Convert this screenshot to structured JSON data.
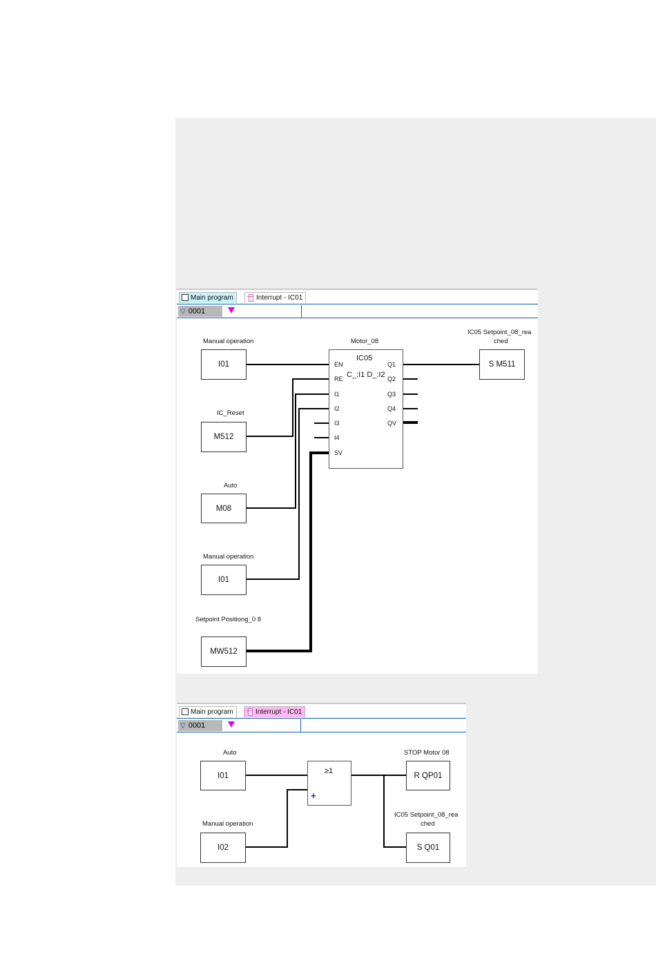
{
  "tabs": {
    "main_program": "Main program",
    "interrupt": "Interrupt - IC01"
  },
  "rung_number": "0001",
  "panel1": {
    "contacts": [
      {
        "label": "Manual operation",
        "operand": "I01"
      },
      {
        "label": "IC_Reset",
        "operand": "M512"
      },
      {
        "label": "Auto",
        "operand": "M08"
      },
      {
        "label": "Manual operation",
        "operand": "I01"
      },
      {
        "label": "Setpoint Positiong_0 8",
        "operand": "MW512"
      }
    ],
    "block": {
      "title": "Motor_08",
      "name": "IC05",
      "params": "C_:I1 D_:I2",
      "inputs": [
        "EN",
        "RE",
        "I1",
        "I2",
        "I3",
        "I4",
        "SV"
      ],
      "outputs": [
        "Q1",
        "Q2",
        "Q3",
        "Q4",
        "QV"
      ]
    },
    "coil": {
      "label_line1": "IC05 Setpoint_08_rea",
      "label_line2": "ched",
      "operand": "S M511"
    }
  },
  "panel2": {
    "contacts": [
      {
        "label": "Auto",
        "operand": "I01"
      },
      {
        "label": "Manual operation",
        "operand": "I02"
      }
    ],
    "or_block": {
      "symbol": "≥1",
      "add_input": "+"
    },
    "coils": [
      {
        "label_line1": "STOP Motor 08",
        "label_line2": "",
        "operand": "R QP01"
      },
      {
        "label_line1": "IC05 Setpoint_08_rea",
        "label_line2": "ched",
        "operand": "S Q01"
      }
    ]
  }
}
